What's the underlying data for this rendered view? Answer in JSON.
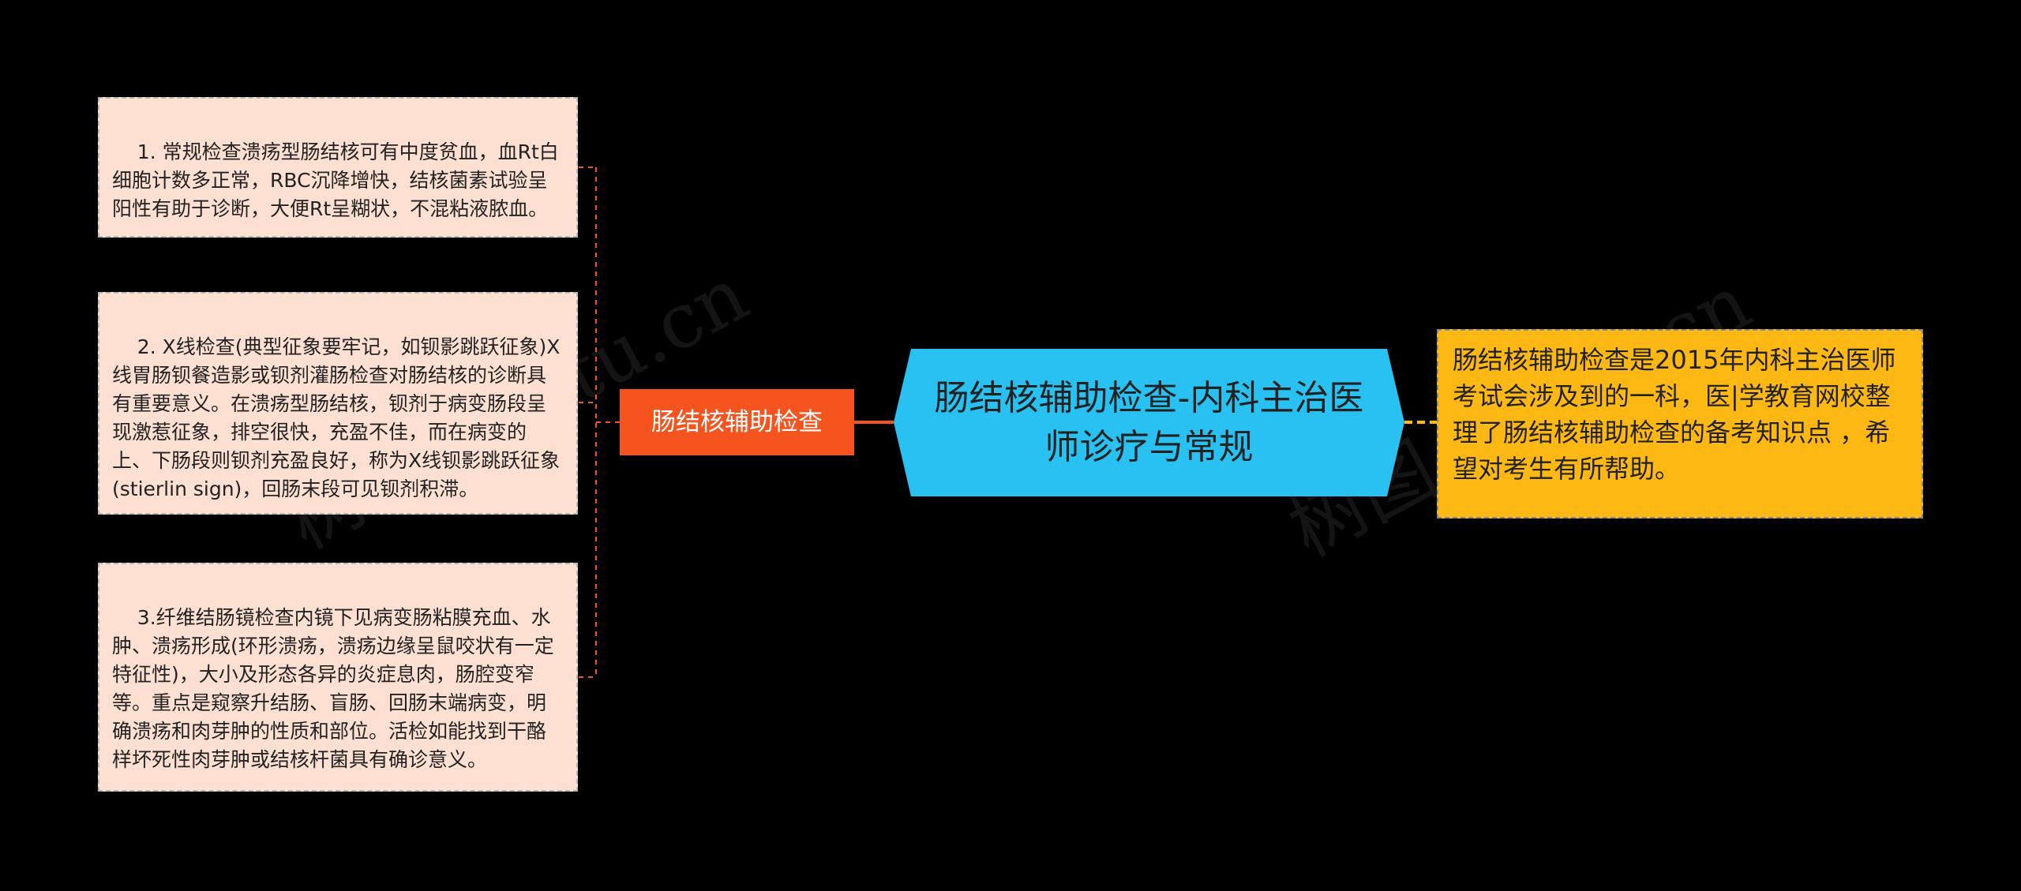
{
  "center": {
    "title": "肠结核辅助检查-内科主治医师诊疗与常规",
    "fill": "#29c1f2"
  },
  "branch": {
    "label": "肠结核辅助检查",
    "fill": "#f5541e"
  },
  "leaves": [
    {
      "text": "1. 常规检查溃疡型肠结核可有中度贫血，血Rt白细胞计数多正常，RBC沉降增快，结核菌素试验呈阳性有助于诊断，大便Rt呈糊状，不混粘液脓血。"
    },
    {
      "text": "2. X线检查(典型征象要牢记，如钡影跳跃征象)X线胃肠钡餐造影或钡剂灌肠检查对肠结核的诊断具有重要意义。在溃疡型肠结核，钡剂于病变肠段呈现激惹征象，排空很快，充盈不佳，而在病变的上、下肠段则钡剂充盈良好，称为X线钡影跳跃征象(stierlin sign)，回肠末段可见钡剂积滞。"
    },
    {
      "text": "3.纤维结肠镜检查内镜下见病变肠粘膜充血、水肿、溃疡形成(环形溃疡，溃疡边缘呈鼠咬状有一定特征性)，大小及形态各异的炎症息肉，肠腔变窄等。重点是窥察升结肠、盲肠、回肠末端病变，明确溃疡和肉芽肿的性质和部位。活检如能找到干酪样坏死性肉芽肿或结核杆菌具有确诊意义。"
    }
  ],
  "note": {
    "text": "肠结核辅助检查是2015年内科主治医师考试会涉及到的一科，医|学教育网校整理了肠结核辅助检查的备考知识点 ，希望对考生有所帮助。",
    "fill": "#fdb813"
  },
  "watermark": {
    "text": "树图 shutu.cn"
  },
  "colors": {
    "leaf_fill": "#fde0d2",
    "connector_left": "#f5541e",
    "connector_right": "#fdb813",
    "background": "#000000"
  }
}
